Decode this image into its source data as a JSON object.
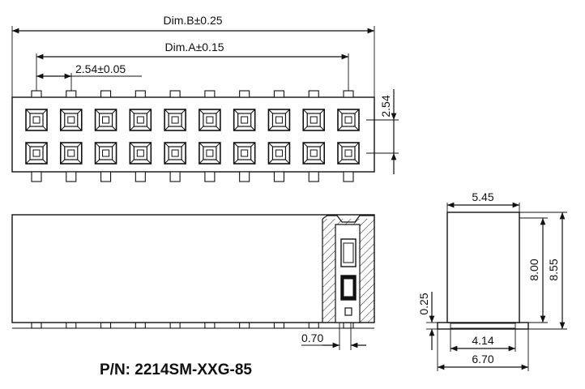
{
  "part_number": "P/N: 2214SM-XXG-85",
  "top_view": {
    "dim_b": "Dim.B±0.25",
    "dim_a": "Dim.A±0.15",
    "pitch": "2.54±0.05",
    "row_pitch": "2.54",
    "columns": 10,
    "rows": 2
  },
  "side_view": {
    "tail_offset": "0.70",
    "columns": 10
  },
  "end_view": {
    "width_top": "5.45",
    "height_body": "8.00",
    "height_total": "8.55",
    "standoff": "0.25",
    "foot_inner": "4.14",
    "foot_outer": "6.70"
  }
}
